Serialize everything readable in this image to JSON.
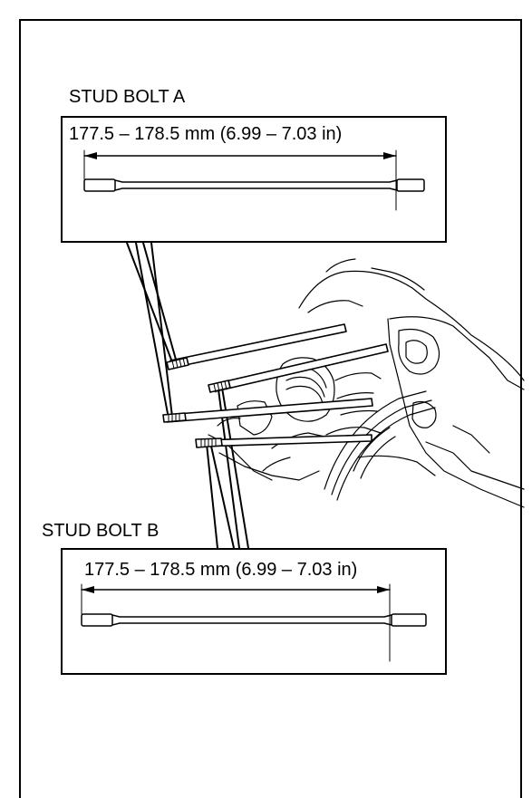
{
  "diagram": {
    "label_a": "STUD BOLT A",
    "dimension_a": "177.5 – 178.5 mm (6.99 – 7.03 in)",
    "label_b": "STUD BOLT B",
    "dimension_b": "177.5 – 178.5 mm (6.99 – 7.03 in)"
  }
}
